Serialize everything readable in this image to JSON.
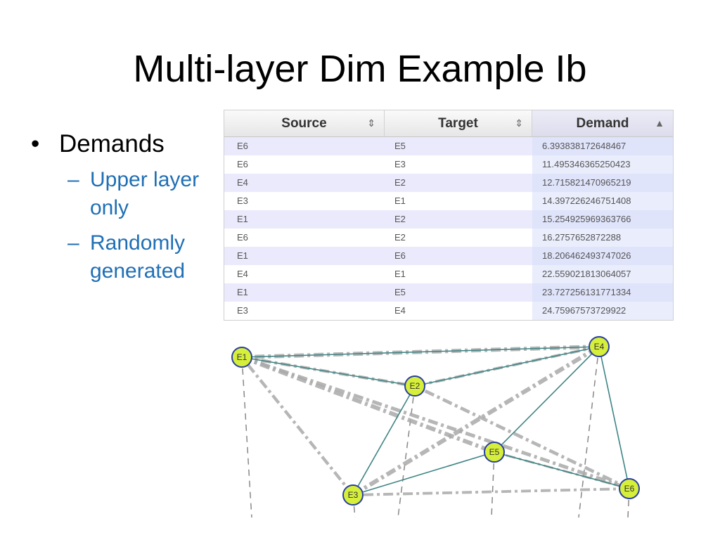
{
  "slide": {
    "title": "Multi-layer Dim Example Ib",
    "bullet": "Demands",
    "sub_bullets": [
      "Upper layer only",
      "Randomly generated"
    ]
  },
  "table": {
    "columns": [
      "Source",
      "Target",
      "Demand"
    ],
    "sorted_column": "Demand",
    "rows": [
      [
        "E6",
        "E5",
        "6.393838172648467"
      ],
      [
        "E6",
        "E3",
        "11.495346365250423"
      ],
      [
        "E4",
        "E2",
        "12.715821470965219"
      ],
      [
        "E3",
        "E1",
        "14.397226246751408"
      ],
      [
        "E1",
        "E2",
        "15.254925969363766"
      ],
      [
        "E6",
        "E2",
        "16.2757652872288"
      ],
      [
        "E1",
        "E6",
        "18.206462493747026"
      ],
      [
        "E4",
        "E1",
        "22.559021813064057"
      ],
      [
        "E1",
        "E5",
        "23.727256131771334"
      ],
      [
        "E3",
        "E4",
        "24.75967573729922"
      ]
    ]
  },
  "graph": {
    "nodes": [
      {
        "id": "E1",
        "label": "E1"
      },
      {
        "id": "E2",
        "label": "E2"
      },
      {
        "id": "E3",
        "label": "E3"
      },
      {
        "id": "E4",
        "label": "E4"
      },
      {
        "id": "E5",
        "label": "E5"
      },
      {
        "id": "E6",
        "label": "E6"
      }
    ],
    "links": [
      [
        "E1",
        "E2"
      ],
      [
        "E1",
        "E4"
      ],
      [
        "E2",
        "E4"
      ],
      [
        "E2",
        "E3"
      ],
      [
        "E3",
        "E5"
      ],
      [
        "E5",
        "E4"
      ],
      [
        "E5",
        "E6"
      ],
      [
        "E4",
        "E6"
      ]
    ],
    "colors": {
      "node_fill": "#d6ef3a",
      "node_stroke": "#2a3fa0",
      "link": "#3f8484",
      "demand": "#aaaaaa",
      "lower": "#888888"
    }
  }
}
